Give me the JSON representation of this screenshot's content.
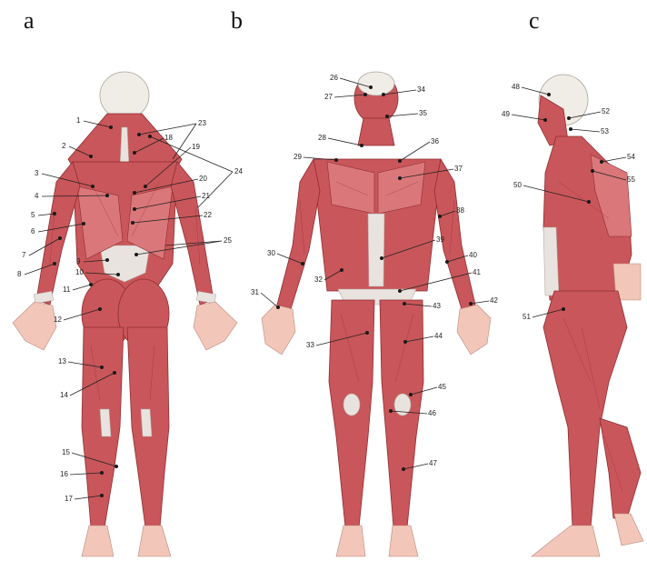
{
  "panels": {
    "a": "a",
    "b": "b",
    "c": "c"
  },
  "labels": {
    "l1": "1",
    "l2": "2",
    "l3": "3",
    "l4": "4",
    "l5": "5",
    "l6": "6",
    "l7": "7",
    "l8": "8",
    "l9": "9",
    "l10": "10",
    "l11": "11",
    "l12": "12",
    "l13": "13",
    "l14": "14",
    "l15": "15",
    "l16": "16",
    "l17": "17",
    "l18": "18",
    "l19": "19",
    "l20": "20",
    "l21": "21",
    "l22": "22",
    "l23": "23",
    "l24": "24",
    "l25": "25",
    "l26": "26",
    "l27": "27",
    "l28": "28",
    "l29": "29",
    "l30": "30",
    "l31": "31",
    "l32": "32",
    "l33": "33",
    "l34": "34",
    "l35": "35",
    "l36": "36",
    "l37": "37",
    "l38": "38",
    "l39": "39",
    "l40": "40",
    "l41": "41",
    "l42": "42",
    "l43": "43",
    "l44": "44",
    "l45": "45",
    "l46": "46",
    "l47": "47",
    "l48": "48",
    "l49": "49",
    "l50": "50",
    "l51": "51",
    "l52": "52",
    "l53": "53",
    "l54": "54",
    "l55": "55"
  },
  "colors": {
    "muscle": "#c9565a",
    "muscle_dark": "#8e2d31",
    "tendon": "#e9e3df",
    "skin": "#f2c6b8"
  }
}
